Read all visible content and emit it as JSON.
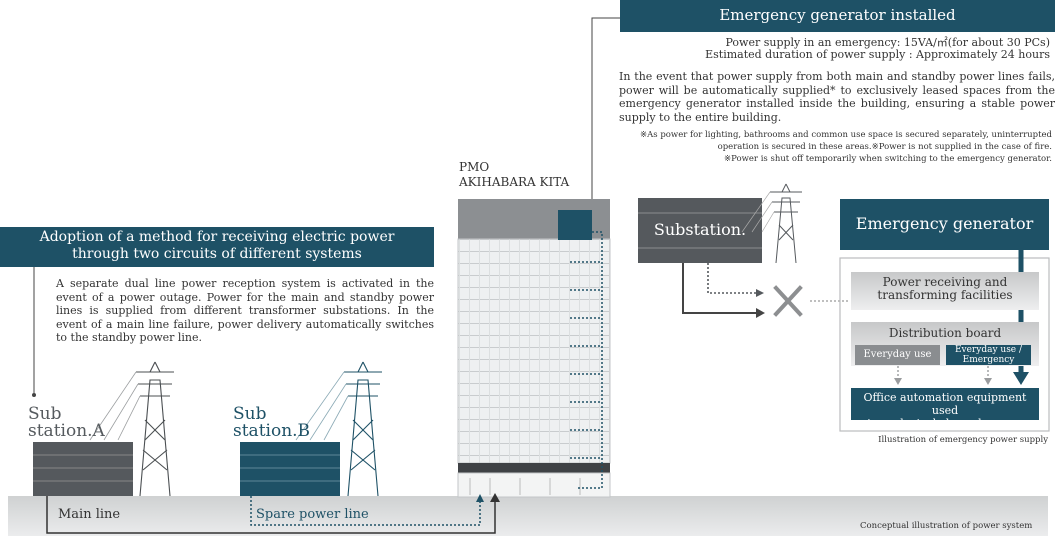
{
  "colors": {
    "teal": "#1e5166",
    "gray_dark": "#555a5e",
    "gray_mid": "#8a8d90",
    "line_dark": "#3a3a3a"
  },
  "top_banner": {
    "title": "Emergency generator installed",
    "supply_line1": "Power supply in an emergency: 15VA/㎡(for about 30 PCs)",
    "supply_line2": "Estimated duration of power supply : Approximately 24 hours",
    "paragraph": "In the event that power supply from both main and standby power lines fails, power will be automatically supplied* to exclusively leased spaces from the emergency generator installed inside the building, ensuring a stable power supply to the entire building.",
    "note1": "※As power for lighting, bathrooms and common use space is secured separately, uninterrupted operation is secured in these areas.※Power is not supplied in the case of fire.",
    "note2": "※Power is shut off temporarily when switching to the emergency generator."
  },
  "building": {
    "name_line1": "PMO",
    "name_line2": "AKIHABARA KITA"
  },
  "left_banner": {
    "title_line1": "Adoption of a method for receiving electric power",
    "title_line2": "through two circuits of different systems",
    "paragraph": "A separate dual line power reception system is activated in the event of a power outage. Power for the main and standby power lines is supplied from different transformer substations. In the event of a main line failure, power delivery automatically switches to the standby power line."
  },
  "substations": {
    "a_line1": "Sub",
    "a_line2": "station.A",
    "b_line1": "Sub",
    "b_line2": "station.B"
  },
  "lines": {
    "main": "Main line",
    "spare": "Spare power line"
  },
  "caption_bottom": "Conceptual illustration of power system",
  "emergency_diagram": {
    "substation_label": "Substation.",
    "generator_label": "Emergency generator",
    "receiving_line1": "Power receiving and",
    "receiving_line2": "transforming facilities",
    "distribution_label": "Distribution board",
    "everyday_use": "Everyday use",
    "everyday_emergency_line1": "Everyday use /",
    "everyday_emergency_line2": "Emergency",
    "office_line1": "Office automation equipment used",
    "office_line2": "in exclusively leased spaces",
    "caption": "Illustration of emergency power supply"
  }
}
